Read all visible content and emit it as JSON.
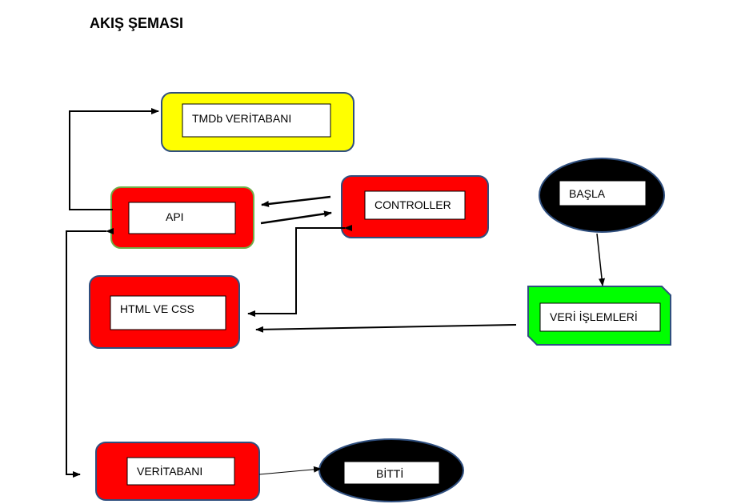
{
  "title": "AKIŞ ŞEMASI",
  "nodes": {
    "tmdb": "TMDb VERİTABANI",
    "api": "API",
    "controller": "CONTROLLER",
    "basla": "BAŞLA",
    "html_css": "HTML VE CSS",
    "veri_islemleri": "VERİ İŞLEMLERİ",
    "veritabani": "VERİTABANI",
    "bitti": "BİTTİ"
  },
  "colors": {
    "yellow_fill": "#ffff00",
    "red_fill": "#ff0000",
    "green_fill": "#00ff00",
    "black_fill": "#000000",
    "border_blue": "#2f4f7f",
    "border_green": "#70ad47"
  }
}
